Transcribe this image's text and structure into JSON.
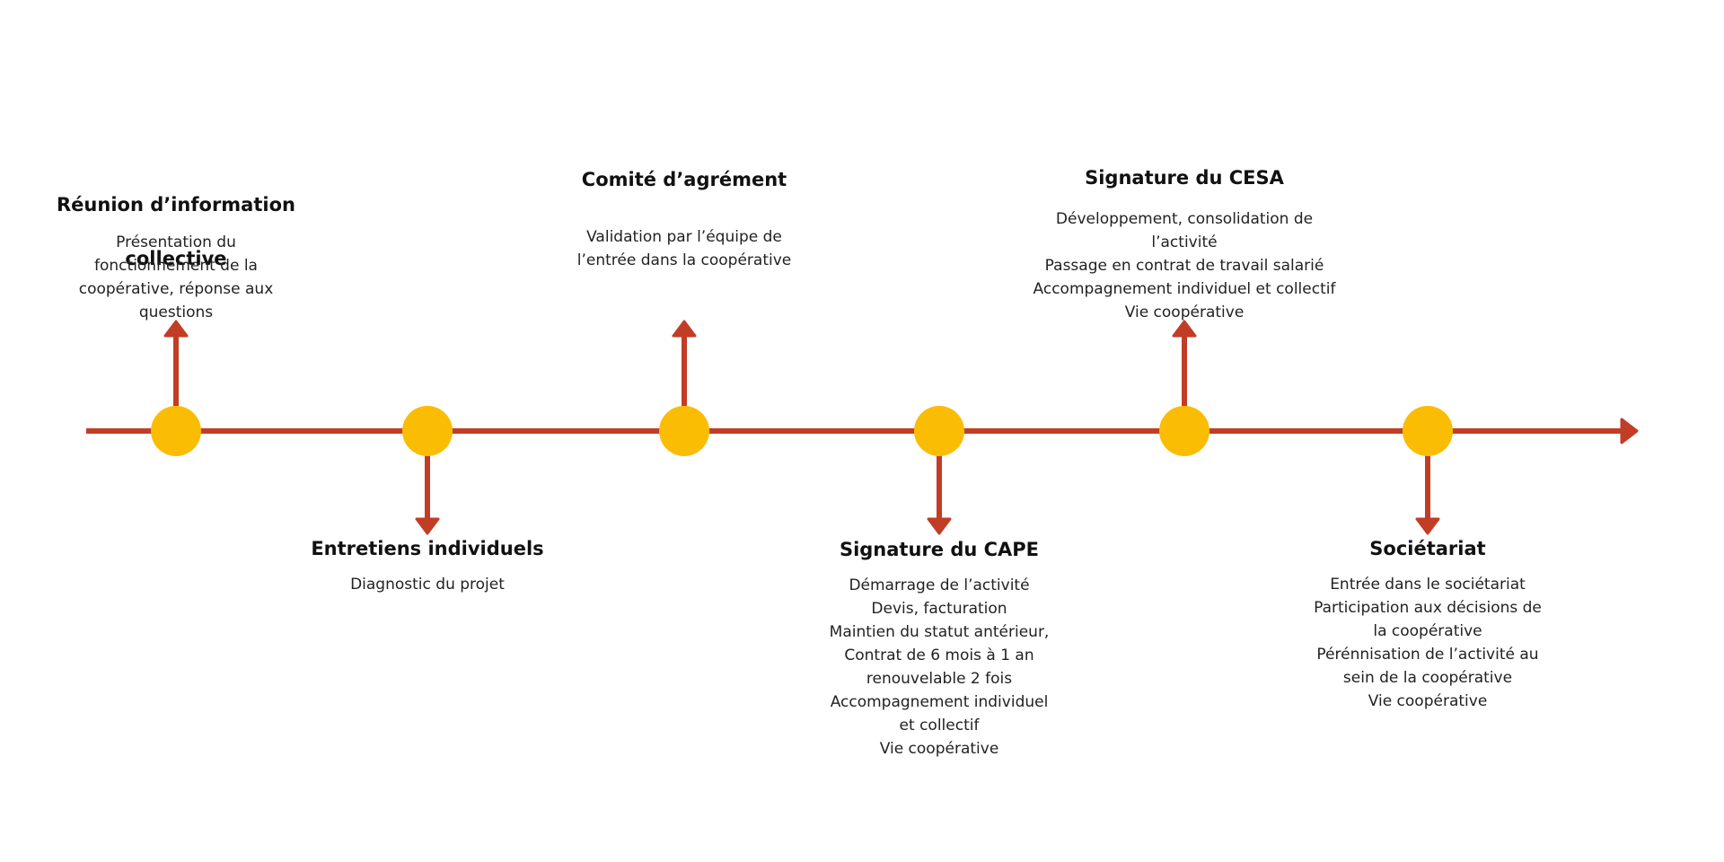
{
  "colors": {
    "timeline": "#c23d26",
    "milestone": "#fbbc04",
    "text": "#1c1c1c"
  },
  "timeline": {
    "direction": "left-to-right",
    "end_marker": "arrow-right-icon"
  },
  "steps": [
    {
      "title": "Réunion d’information collective",
      "title_lines": [
        "Réunion d’information",
        "collective"
      ],
      "position": "above",
      "body_lines": [
        "Présentation du",
        "fonctionnement de la",
        "coopérative, réponse aux",
        "questions"
      ]
    },
    {
      "title": "Entretiens individuels",
      "title_lines": [
        "Entretiens individuels"
      ],
      "position": "below",
      "body_lines": [
        "Diagnostic du projet"
      ]
    },
    {
      "title": "Comité d’agrément",
      "title_lines": [
        "Comité d’agrément"
      ],
      "position": "above",
      "body_lines": [
        "Validation par l’équipe de",
        "l’entrée dans la coopérative"
      ]
    },
    {
      "title": "Signature du CAPE",
      "title_lines": [
        "Signature du CAPE"
      ],
      "position": "below",
      "body_lines": [
        "Démarrage de l’activité",
        "Devis, facturation",
        "Maintien du statut antérieur,",
        "Contrat de 6 mois à 1 an",
        "renouvelable 2 fois",
        "Accompagnement individuel",
        "et collectif",
        "Vie coopérative"
      ]
    },
    {
      "title": "Signature du CESA",
      "title_lines": [
        "Signature du CESA"
      ],
      "position": "above",
      "body_lines": [
        "Développement, consolidation de",
        "l’activité",
        "Passage en contrat de travail salarié",
        "Accompagnement individuel et collectif",
        "Vie coopérative"
      ]
    },
    {
      "title": "Sociétariat",
      "title_lines": [
        "Sociétariat"
      ],
      "position": "below",
      "body_lines": [
        "Entrée dans le sociétariat",
        "Participation aux décisions de",
        "la coopérative",
        "Pérénnisation de l’activité au",
        "sein de la coopérative",
        "Vie coopérative"
      ]
    }
  ]
}
